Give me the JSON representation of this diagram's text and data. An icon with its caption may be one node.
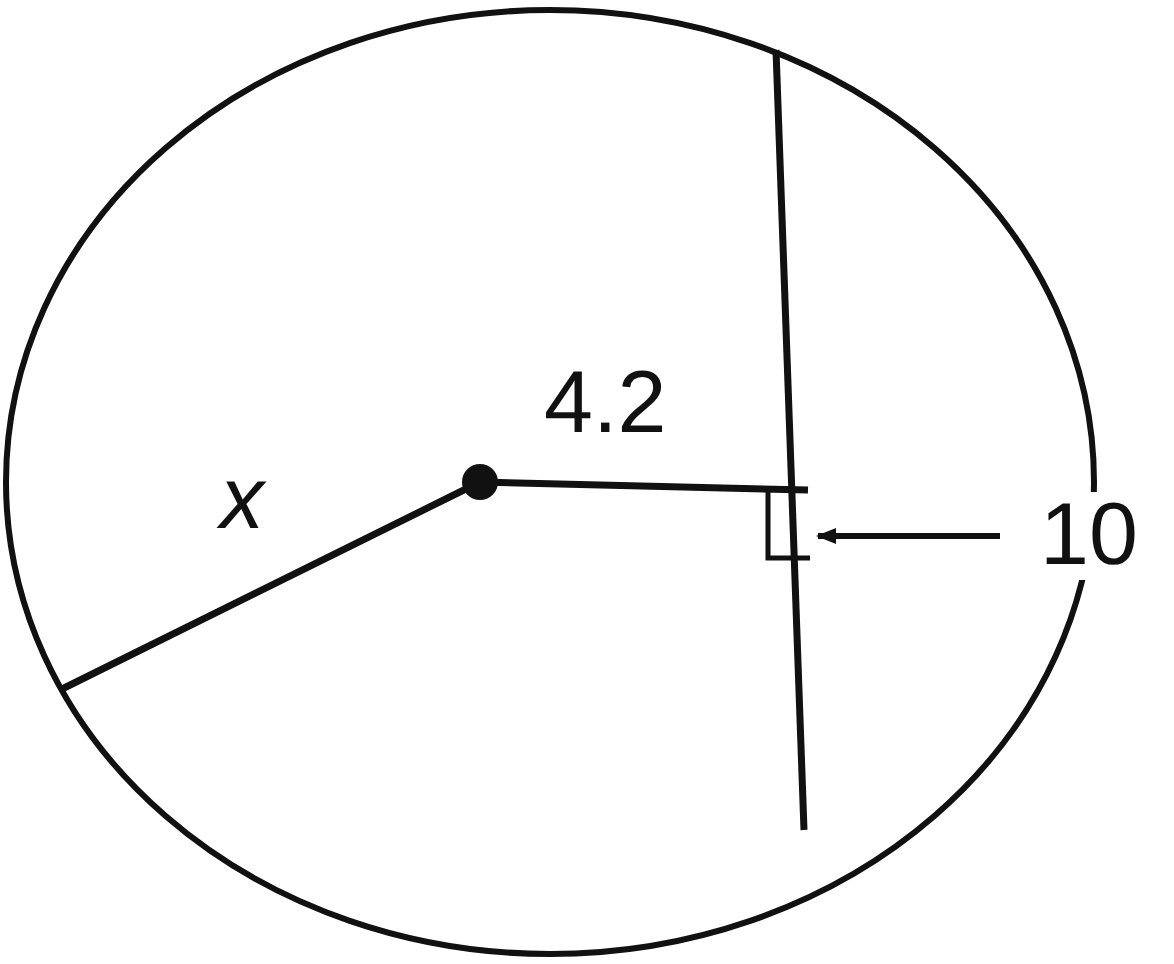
{
  "diagram": {
    "nodes": [
      {
        "text": [
          "10"
        ]
      },
      {
        "text": [],
        "shape": "line"
      }
    ],
    "edges": [
      {
        "from": 0,
        "to": 1,
        "arrow": "to"
      }
    ],
    "labels": [
      "x",
      "4.2"
    ]
  }
}
